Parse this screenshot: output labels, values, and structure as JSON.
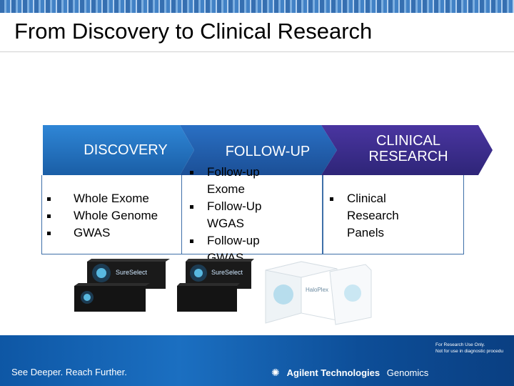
{
  "slide": {
    "title": "From Discovery to Clinical Research"
  },
  "stages": [
    {
      "label": "DISCOVERY",
      "items": [
        "Whole Exome",
        "Whole Genome",
        "GWAS"
      ]
    },
    {
      "label": "FOLLOW-UP",
      "items": [
        "Follow-up Exome",
        "Follow-Up WGAS",
        "Follow-up GWAS"
      ]
    },
    {
      "label_line1": "CLINICAL",
      "label_line2": "RESEARCH",
      "items": [
        "Clinical Research Panels"
      ]
    }
  ],
  "products": {
    "kit1_brand": "SureSelect",
    "kit2_brand": "SureSelect",
    "box_text": "HaloPlex"
  },
  "footer": {
    "tagline": "See Deeper. Reach Further.",
    "brand": "Agilent Technologies",
    "division": "Genomics",
    "disclaimer_line1": "For Research Use Only.",
    "disclaimer_line2": "Not for use in diagnostic procedu"
  },
  "colors": {
    "chevron_blue": "#1f6fbf",
    "chevron_purple": "#3a2f8c",
    "footer_blue": "#0e57a5"
  }
}
